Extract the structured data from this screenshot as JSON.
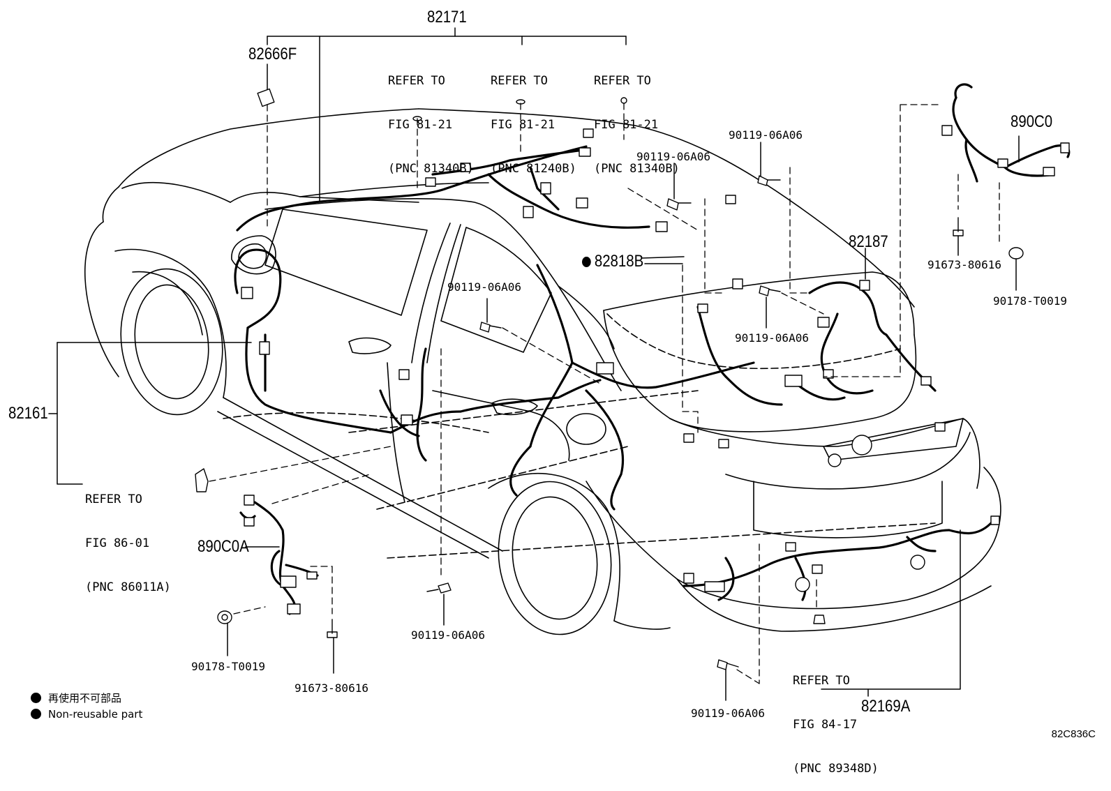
{
  "figure_id": "82C836C",
  "legend": {
    "japanese": "再使用不可部品",
    "english": "Non-reusable part"
  },
  "callouts": {
    "harness_82171": "82171",
    "part_82666F": "82666F",
    "ref_a": [
      "REFER TO",
      "FIG 81-21",
      "(PNC 81340B)"
    ],
    "ref_b": [
      "REFER TO",
      "FIG 81-21",
      "(PNC 81240B)"
    ],
    "ref_c": [
      "REFER TO",
      "FIG 81-21",
      "(PNC 81340B)"
    ],
    "bolt_top_right": "90119-06A06",
    "bolt_top_mid": "90119-06A06",
    "part_890C0": "890C0",
    "part_82187": "82187",
    "part_82818B": "82818B",
    "bolt_center_left": "90119-06A06",
    "bolt_center_right": "90119-06A06",
    "screw_right": "91673-80616",
    "clip_right": "90178-T0019",
    "harness_82161": "82161",
    "ref_d": [
      "REFER TO",
      "FIG 86-01",
      "(PNC 86011A)"
    ],
    "part_890C0A": "890C0A",
    "bolt_bottom_center": "90119-06A06",
    "clip_left": "90178-T0019",
    "screw_left": "91673-80616",
    "ref_e": [
      "REFER TO",
      "FIG 84-17",
      "(PNC 89348D)"
    ],
    "bolt_bottom_right": "90119-06A06",
    "harness_82169A": "82169A"
  }
}
